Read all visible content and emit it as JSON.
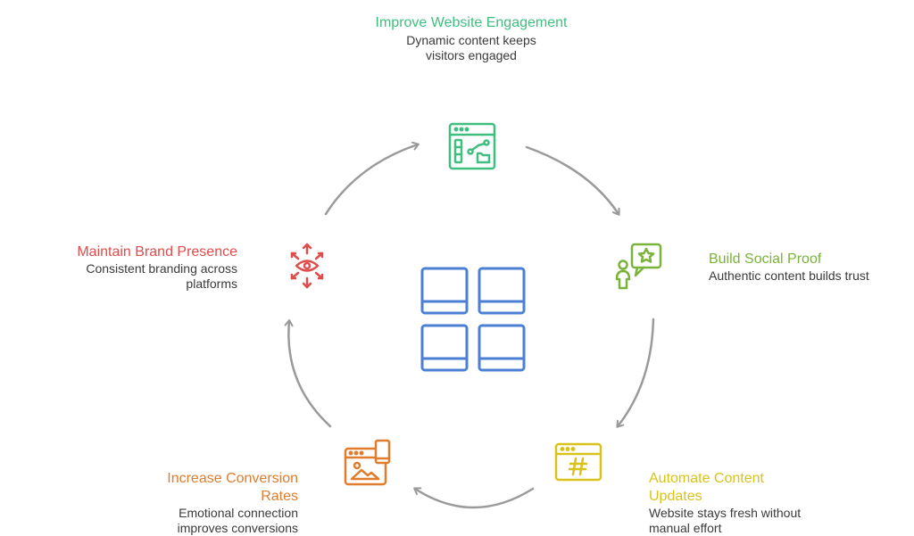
{
  "colors": {
    "green": "#3fbf7f",
    "lime": "#7ab33a",
    "yellow": "#d9c21a",
    "orange": "#e07c2e",
    "red": "#e04b4b",
    "blue": "#4a7fd4",
    "arrow": "#9a9a9a",
    "text": "#3a3a3a"
  },
  "nodes": [
    {
      "id": "engagement",
      "icon": "website-analytics-icon",
      "title": "Improve Website Engagement",
      "description": "Dynamic content keeps visitors engaged"
    },
    {
      "id": "social-proof",
      "icon": "person-star-chat-icon",
      "title": "Build Social Proof",
      "description": "Authentic content builds trust"
    },
    {
      "id": "automate",
      "icon": "browser-hashtag-icon",
      "title": "Automate Content Updates",
      "description": "Website stays fresh without manual effort"
    },
    {
      "id": "conversion",
      "icon": "gallery-mobile-icon",
      "title": "Increase Conversion Rates",
      "description": "Emotional connection improves conversions"
    },
    {
      "id": "brand",
      "icon": "eye-focus-icon",
      "title": "Maintain Brand Presence",
      "description": "Consistent branding across platforms"
    }
  ],
  "center_icon": "grid-widget-icon"
}
